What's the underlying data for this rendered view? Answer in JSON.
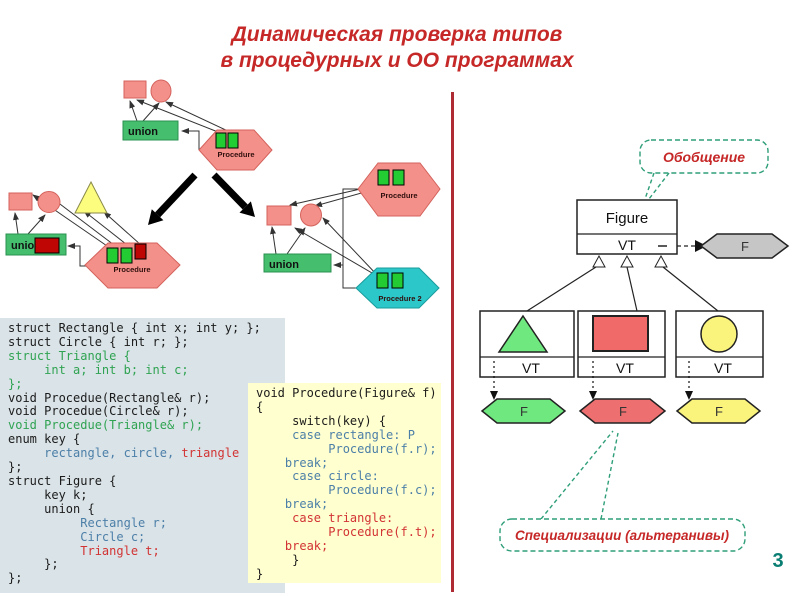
{
  "title": {
    "line1": "Динамическая проверка типов",
    "line2": "в процедурных и ОО программах"
  },
  "page_number": "3",
  "colors": {
    "accent_red": "#C62828",
    "divider_red": "#AE2B33",
    "salmon": "#F4908A",
    "union_green": "#45BE6E",
    "bright_green": "#24CC33",
    "dark_red": "#C00505",
    "cyan": "#2BC7C9",
    "triangle_yellow": "#FCFC7E",
    "uml_green": "#6FE97F",
    "uml_red": "#F06A6A",
    "uml_yellow": "#FAF47C",
    "uml_gray": "#C6C6C6",
    "callout_teal": "#2E9E79",
    "page_teal": "#0A7E72",
    "code_bg_left": "#DAE3E7",
    "code_bg_right": "#FFFFCF"
  },
  "diagram_left": {
    "g1": {
      "union": "union",
      "procedure": "Procedure"
    },
    "g2": {
      "union": "union",
      "procedure": "Procedure"
    },
    "g3": {
      "union": "union",
      "procedure": "Procedure",
      "procedure2": "Procedure 2"
    }
  },
  "uml": {
    "callout_generalization": "Обобщение",
    "callout_specialization": "Специализации (альтеранивы)",
    "class_name": "Figure",
    "vt": "VT",
    "f": "F"
  },
  "code_left": {
    "lines": [
      [
        [
          "struct Rectangle { int x; int y; };",
          "k"
        ]
      ],
      [
        [
          "struct Circle { int r; };",
          "k"
        ]
      ],
      [
        [
          "struct Triangle {",
          "g"
        ]
      ],
      [
        [
          "     int a; int b; int c;",
          "g"
        ]
      ],
      [
        [
          "};",
          "g"
        ]
      ],
      [
        [
          "void Procedue(Rectangle& r);",
          "k"
        ]
      ],
      [
        [
          "void Procedue(Circle& r);",
          "k"
        ]
      ],
      [
        [
          "void Procedue(Triangle& r);",
          "g"
        ]
      ],
      [
        [
          "enum key {",
          "k"
        ]
      ],
      [
        [
          "     ",
          "k"
        ],
        [
          "rectangle, circle, ",
          "b"
        ],
        [
          "triangle",
          "r"
        ]
      ],
      [
        [
          "};",
          "k"
        ]
      ],
      [
        [
          "struct Figure {",
          "k"
        ]
      ],
      [
        [
          "     key k;",
          "k"
        ]
      ],
      [
        [
          "     union {",
          "k"
        ]
      ],
      [
        [
          "          ",
          "k"
        ],
        [
          "Rectangle r;",
          "b"
        ]
      ],
      [
        [
          "          ",
          "k"
        ],
        [
          "Circle c;",
          "b"
        ]
      ],
      [
        [
          "          ",
          "k"
        ],
        [
          "Triangle t;",
          "r"
        ]
      ],
      [
        [
          "     };",
          "k"
        ]
      ],
      [
        [
          "};",
          "k"
        ]
      ]
    ]
  },
  "code_right": {
    "lines": [
      [
        [
          "void Procedure(Figure& f)",
          "k"
        ]
      ],
      [
        [
          "{",
          "k"
        ]
      ],
      [
        [
          "     switch(key) {",
          "k"
        ]
      ],
      [
        [
          "     ",
          "k"
        ],
        [
          "case rectangle: P",
          "b"
        ]
      ],
      [
        [
          "          ",
          "k"
        ],
        [
          "Procedure(f.r);",
          "b"
        ]
      ],
      [
        [
          "    ",
          "k"
        ],
        [
          "break;",
          "b"
        ]
      ],
      [
        [
          "     ",
          "k"
        ],
        [
          "case circle:",
          "b"
        ]
      ],
      [
        [
          "          ",
          "k"
        ],
        [
          "Procedure(f.c);",
          "b"
        ]
      ],
      [
        [
          "    ",
          "k"
        ],
        [
          "break;",
          "b"
        ]
      ],
      [
        [
          "     ",
          "k"
        ],
        [
          "case triangle:",
          "r"
        ]
      ],
      [
        [
          "          ",
          "k"
        ],
        [
          "Procedure(f.t);",
          "r"
        ]
      ],
      [
        [
          "    ",
          "k"
        ],
        [
          "break;",
          "r"
        ]
      ],
      [
        [
          "     }",
          "k"
        ]
      ],
      [
        [
          "}",
          "k"
        ]
      ]
    ]
  }
}
